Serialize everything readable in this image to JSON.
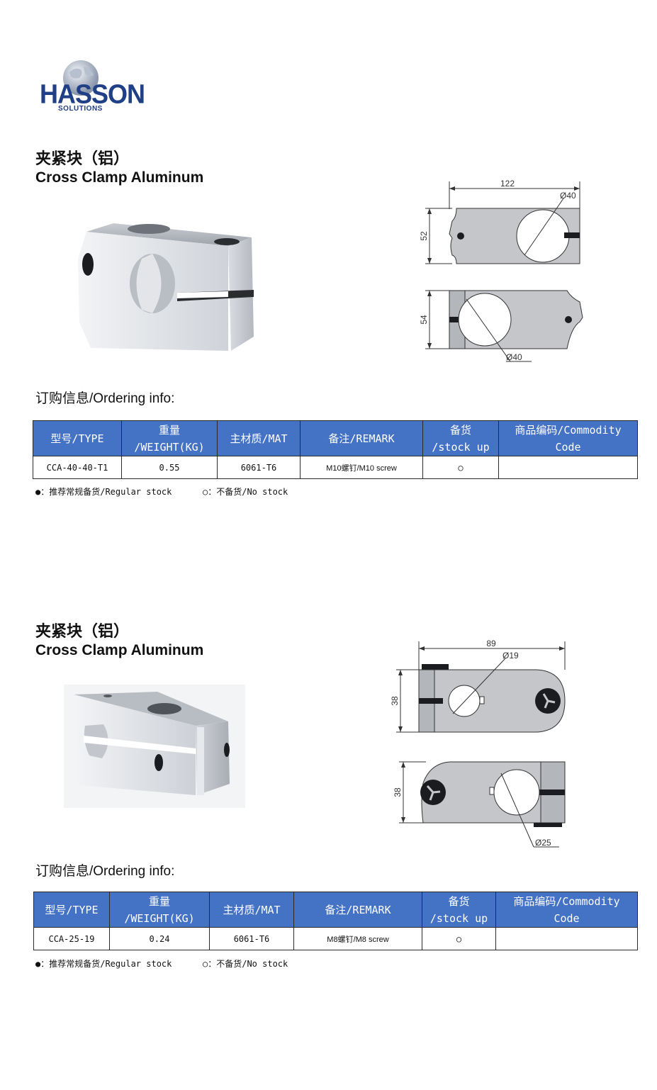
{
  "logo": {
    "word": "HASSON",
    "sub": "SOLUTIONS"
  },
  "products": [
    {
      "title_cn": "夹紧块（铝）",
      "title_en": "Cross Clamp Aluminum",
      "ordering_label": "订购信息/Ordering info:",
      "headers": [
        "型号/TYPE",
        "重量\n/WEIGHT(KG)",
        "主材质/MAT",
        "备注/REMARK",
        "备货\n/stock up",
        "商品编码/Commodity\nCode"
      ],
      "row": {
        "type": "CCA-40-40-T1",
        "weight": "0.55",
        "mat": "6061-T6",
        "remark": "M10螺钉/M10 screw",
        "stock": "○",
        "code": ""
      },
      "legend_regular": "●：推荐常规备货/Regular stock",
      "legend_no": "○：不备货/No stock",
      "drawing": {
        "length": "122",
        "hole_top": "Ø40",
        "height_top": "52",
        "height_bottom": "54",
        "hole_bottom": "Ø40"
      }
    },
    {
      "title_cn": "夹紧块（铝）",
      "title_en": "Cross Clamp Aluminum",
      "ordering_label": "订购信息/Ordering info:",
      "headers": [
        "型号/TYPE",
        "重量\n/WEIGHT(KG)",
        "主材质/MAT",
        "备注/REMARK",
        "备货\n/stock up",
        "商品编码/Commodity\nCode"
      ],
      "row": {
        "type": "CCA-25-19",
        "weight": "0.24",
        "mat": "6061-T6",
        "remark": "M8螺钉/M8 screw",
        "stock": "○",
        "code": ""
      },
      "legend_regular": "●：推荐常规备货/Regular stock",
      "legend_no": "○：不备货/No stock",
      "drawing": {
        "length": "89",
        "hole_top": "Ø19",
        "height_top": "38",
        "height_bottom": "38",
        "hole_bottom": "Ø25"
      }
    }
  ]
}
